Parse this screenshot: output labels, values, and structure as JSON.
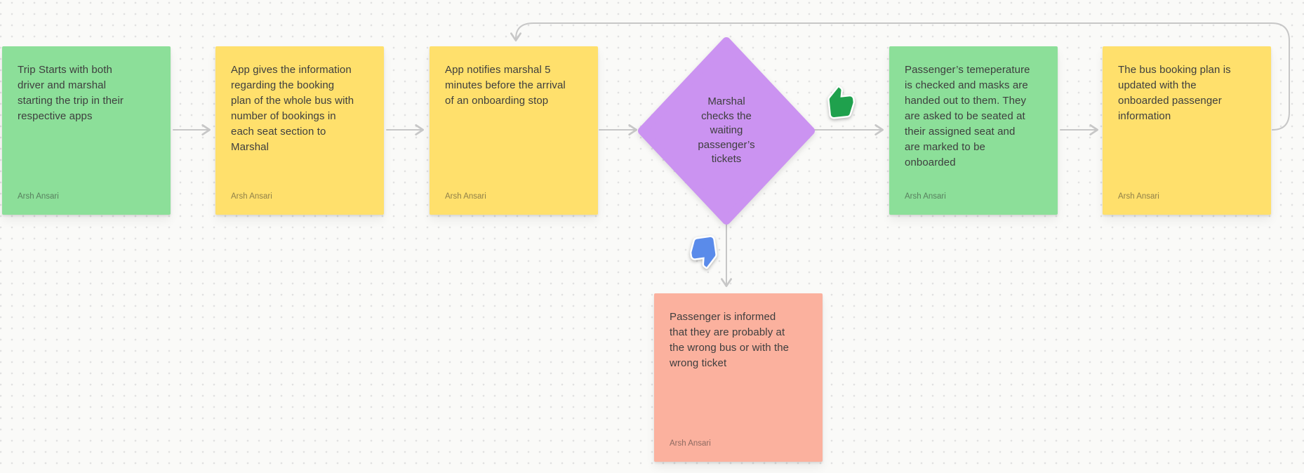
{
  "board": {
    "background": "#FAFAF8",
    "dot_color": "#E1E1E1",
    "connector_color": "#C7C7C7",
    "note_text_color": "#3E3E3E",
    "author_text_color": "#6F6F6F",
    "author": "Arsh Ansari"
  },
  "notes": [
    {
      "id": "trip-start",
      "color": "#8CDF99",
      "text": "Trip Starts with both\ndriver and marshal\nstarting the trip in their\nrespective apps",
      "author": "Arsh Ansari"
    },
    {
      "id": "booking-plan-shared",
      "color": "#FFE06C",
      "text": "App gives the information\nregarding the booking\nplan of the whole bus with\nnumber of bookings in\neach seat section to\nMarshal",
      "author": "Arsh Ansari"
    },
    {
      "id": "arrival-notification",
      "color": "#FFE06C",
      "text": "App notifies marshal 5\nminutes before the arrival\nof an onboarding stop",
      "author": "Arsh Ansari"
    },
    {
      "id": "onboarding-checks",
      "color": "#8CDF99",
      "text": "Passenger’s temeperature\nis checked and masks are\nhanded out to them. They\nare asked to be seated at\ntheir assigned seat and\nare marked to be\nonboarded",
      "author": "Arsh Ansari"
    },
    {
      "id": "plan-updated",
      "color": "#FFE06C",
      "text": "The bus booking plan is\nupdated with the\nonboarded passenger\ninformation",
      "author": "Arsh Ansari"
    },
    {
      "id": "wrong-bus-or-ticket",
      "color": "#FBB19E",
      "text": "Passenger is informed\nthat they are probably at\nthe wrong bus or with the\nwrong ticket",
      "author": "Arsh Ansari"
    }
  ],
  "decision": {
    "id": "ticket-check-decision",
    "color": "#CB93F1",
    "text": "Marshal\nchecks the\nwaiting\npassenger’s\ntickets"
  },
  "stickers": {
    "approve": {
      "name": "thumbs-up",
      "color": "#1FA14D"
    },
    "reject": {
      "name": "thumbs-down",
      "color": "#5A8BEA"
    }
  },
  "connectors": [
    {
      "from": "trip-start",
      "to": "booking-plan-shared"
    },
    {
      "from": "booking-plan-shared",
      "to": "arrival-notification"
    },
    {
      "from": "arrival-notification",
      "to": "ticket-check-decision"
    },
    {
      "from": "ticket-check-decision",
      "to": "onboarding-checks"
    },
    {
      "from": "onboarding-checks",
      "to": "plan-updated"
    },
    {
      "from": "ticket-check-decision",
      "to": "wrong-bus-or-ticket"
    },
    {
      "from": "plan-updated",
      "to": "arrival-notification"
    }
  ]
}
